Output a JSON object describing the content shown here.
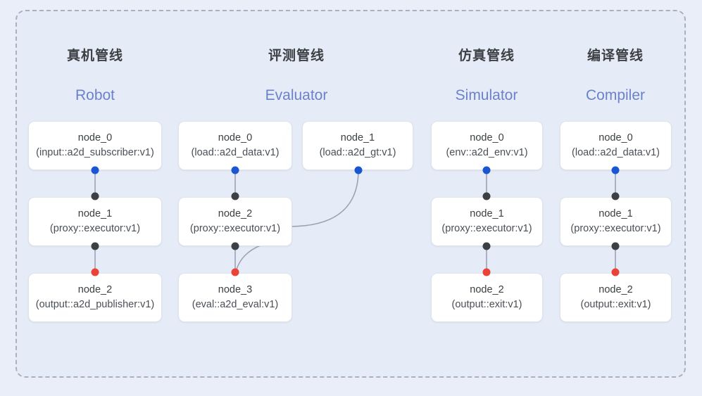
{
  "diagram": {
    "background_color": "#e9eef9",
    "frame_color": "#a9b0bf",
    "port_colors": {
      "output": "#1a56d4",
      "input": "#3c4043",
      "terminal": "#ea4335"
    },
    "edge_color": "#9aa3b4"
  },
  "columns": [
    {
      "title_cn": "真机管线",
      "title_en": "Robot",
      "nodes": [
        {
          "name": "node_0",
          "type": "(input::a2d_subscriber:v1)"
        },
        {
          "name": "node_1",
          "type": "(proxy::executor:v1)"
        },
        {
          "name": "node_2",
          "type": "(output::a2d_publisher:v1)"
        }
      ]
    },
    {
      "title_cn": "评测管线",
      "title_en": "Evaluator",
      "nodes": [
        {
          "name": "node_0",
          "type": "(load::a2d_data:v1)"
        },
        {
          "name": "node_1",
          "type": "(load::a2d_gt:v1)"
        },
        {
          "name": "node_2",
          "type": "(proxy::executor:v1)"
        },
        {
          "name": "node_3",
          "type": "(eval::a2d_eval:v1)"
        }
      ]
    },
    {
      "title_cn": "仿真管线",
      "title_en": "Simulator",
      "nodes": [
        {
          "name": "node_0",
          "type": "(env::a2d_env:v1)"
        },
        {
          "name": "node_1",
          "type": "(proxy::executor:v1)"
        },
        {
          "name": "node_2",
          "type": "(output::exit:v1)"
        }
      ]
    },
    {
      "title_cn": "编译管线",
      "title_en": "Compiler",
      "nodes": [
        {
          "name": "node_0",
          "type": "(load::a2d_data:v1)"
        },
        {
          "name": "node_1",
          "type": "(proxy::executor:v1)"
        },
        {
          "name": "node_2",
          "type": "(output::exit:v1)"
        }
      ]
    }
  ]
}
